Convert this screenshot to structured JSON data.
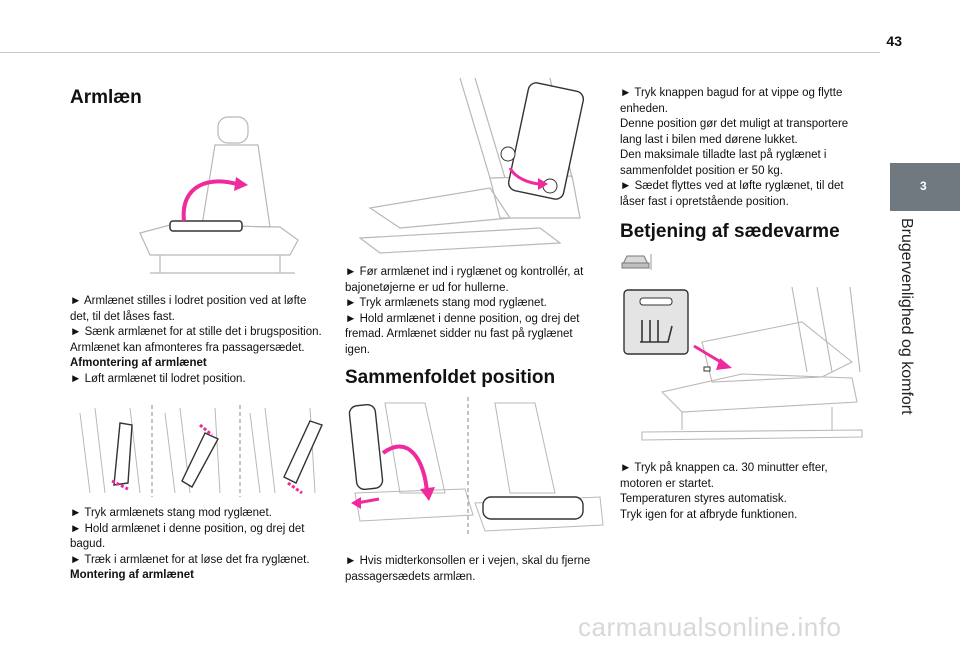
{
  "page": {
    "number": "43",
    "chapter_number": "3",
    "chapter_title": "Brugervenlighed og komfort"
  },
  "colors": {
    "accent_arrow": "#ee2a9c",
    "tab_grey": "#707880",
    "line_art": "#b8b8b8"
  },
  "left": {
    "heading": "Armlæn",
    "para1": [
      "► Armlænet stilles i lodret position ved at løfte det, til det låses fast.",
      "► Sænk armlænet for at stille det i brugsposition.",
      "Armlænet kan afmonteres fra passagersædet."
    ],
    "removal_title": "Afmontering af armlænet",
    "removal_step": "► Løft armlænet til lodret position.",
    "para2": [
      "► Tryk armlænets stang mod ryglænet.",
      "► Hold armlænet i denne position, og drej det bagud.",
      "► Træk i armlænet for at løse det fra ryglænet."
    ],
    "mounting_title": "Montering af armlænet"
  },
  "middle": {
    "para1": [
      "► Før armlænet ind i ryglænet og kontrollér, at bajonetøjerne er ud for hullerne.",
      "► Tryk armlænets stang mod ryglænet.",
      "► Hold armlænet i denne position, og drej det fremad. Armlænet sidder nu fast på ryglænet igen."
    ],
    "heading": "Sammenfoldet position",
    "para2": [
      "► Hvis midterkonsollen er i vejen, skal du fjerne passagersædets armlæn."
    ]
  },
  "right": {
    "para1": [
      "► Tryk knappen bagud for at vippe og flytte enheden.",
      "Denne position gør det muligt at transportere lang last i bilen med dørene lukket.",
      "Den maksimale tilladte last på ryglænet i sammenfoldet position er 50 kg.",
      "► Sædet flyttes ved at løfte ryglænet, til det låser fast i opretstående position."
    ],
    "heading": "Betjening af sædevarme",
    "para2": [
      "► Tryk på knappen ca. 30 minutter efter, motoren er startet.",
      "Temperaturen styres automatisk.",
      "Tryk igen for at afbryde funktionen."
    ]
  },
  "icons": [
    "car-equipment-icon",
    "seat-heating-button-icon"
  ],
  "watermark": "carmanualsonline.info"
}
